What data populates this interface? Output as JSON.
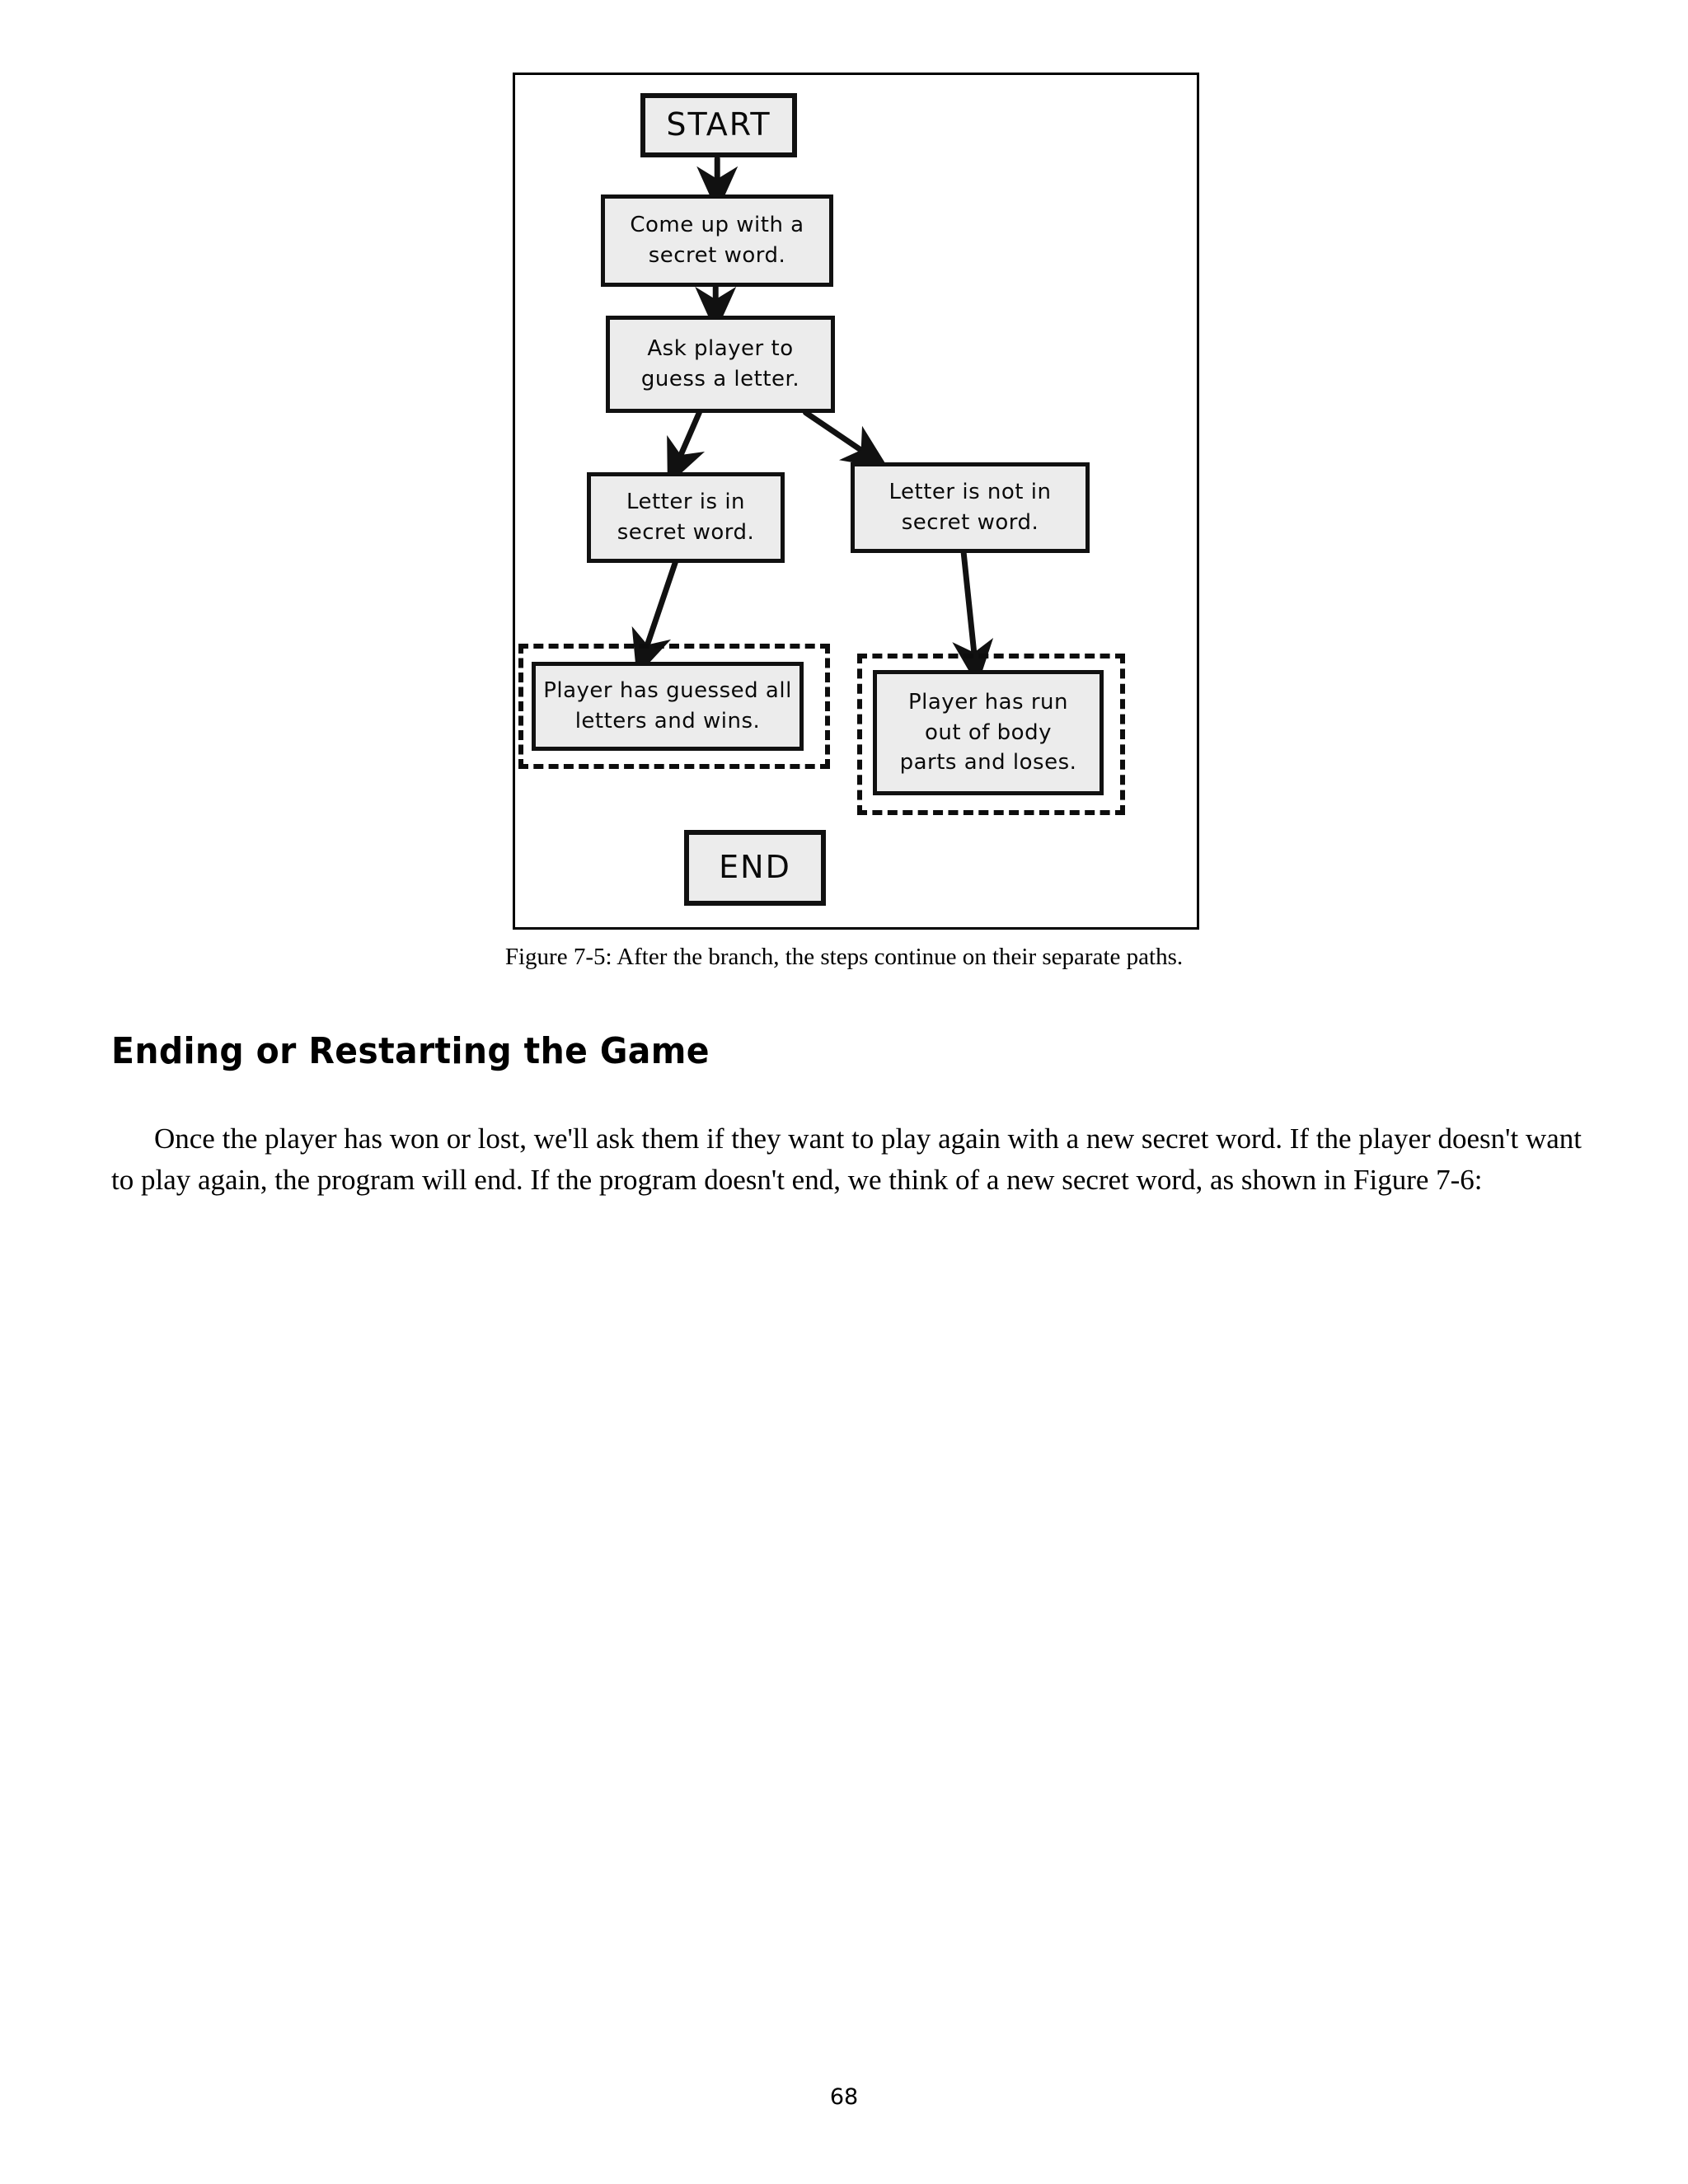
{
  "page": {
    "number": "68"
  },
  "figure": {
    "caption": "Figure 7-5: After the branch, the steps continue on their separate paths.",
    "nodes": {
      "start": "START",
      "come_up": "Come up with a\nsecret word.",
      "ask": "Ask player to\nguess a letter.",
      "letter_in": "Letter is in\nsecret word.",
      "letter_not_in": "Letter is not in\nsecret word.",
      "wins": "Player has guessed all\nletters and wins.",
      "loses": "Player has run\nout of body\nparts and loses.",
      "end": "END"
    },
    "colors": {
      "node_fill": "#ececec",
      "node_stroke": "#111111",
      "highlight_stroke": "#0d0d0d",
      "frame_stroke": "#000000"
    }
  },
  "chart_data": {
    "type": "diagram",
    "title": "Figure 7-5: After the branch, the steps continue on their separate paths.",
    "diagram_kind": "flowchart",
    "nodes": [
      {
        "id": "start",
        "label": "START",
        "shape": "terminal",
        "highlighted": false
      },
      {
        "id": "come_up",
        "label": "Come up with a secret word.",
        "shape": "process",
        "highlighted": false
      },
      {
        "id": "ask",
        "label": "Ask player to guess a letter.",
        "shape": "process",
        "highlighted": false
      },
      {
        "id": "letter_in",
        "label": "Letter is in secret word.",
        "shape": "process",
        "highlighted": false
      },
      {
        "id": "letter_not_in",
        "label": "Letter is not in secret word.",
        "shape": "process",
        "highlighted": false
      },
      {
        "id": "wins",
        "label": "Player has guessed all letters and wins.",
        "shape": "process",
        "highlighted": true
      },
      {
        "id": "loses",
        "label": "Player has run out of body parts and loses.",
        "shape": "process",
        "highlighted": true
      },
      {
        "id": "end",
        "label": "END",
        "shape": "terminal",
        "highlighted": false
      }
    ],
    "edges": [
      {
        "from": "start",
        "to": "come_up",
        "label": ""
      },
      {
        "from": "come_up",
        "to": "ask",
        "label": ""
      },
      {
        "from": "ask",
        "to": "letter_in",
        "label": ""
      },
      {
        "from": "ask",
        "to": "letter_not_in",
        "label": ""
      },
      {
        "from": "letter_in",
        "to": "wins",
        "label": ""
      },
      {
        "from": "letter_not_in",
        "to": "loses",
        "label": ""
      }
    ],
    "notes": "Two newly added steps (wins, loses) are circled with dashed outlines; END box is drawn unconnected at the bottom."
  },
  "content": {
    "heading": "Ending or Restarting the Game",
    "paragraph": "Once the player has won or lost, we'll ask them if they want to play again with a new secret word. If the player doesn't want to play again, the program will end. If the program doesn't end, we think of a new secret word, as shown in Figure 7-6:"
  }
}
